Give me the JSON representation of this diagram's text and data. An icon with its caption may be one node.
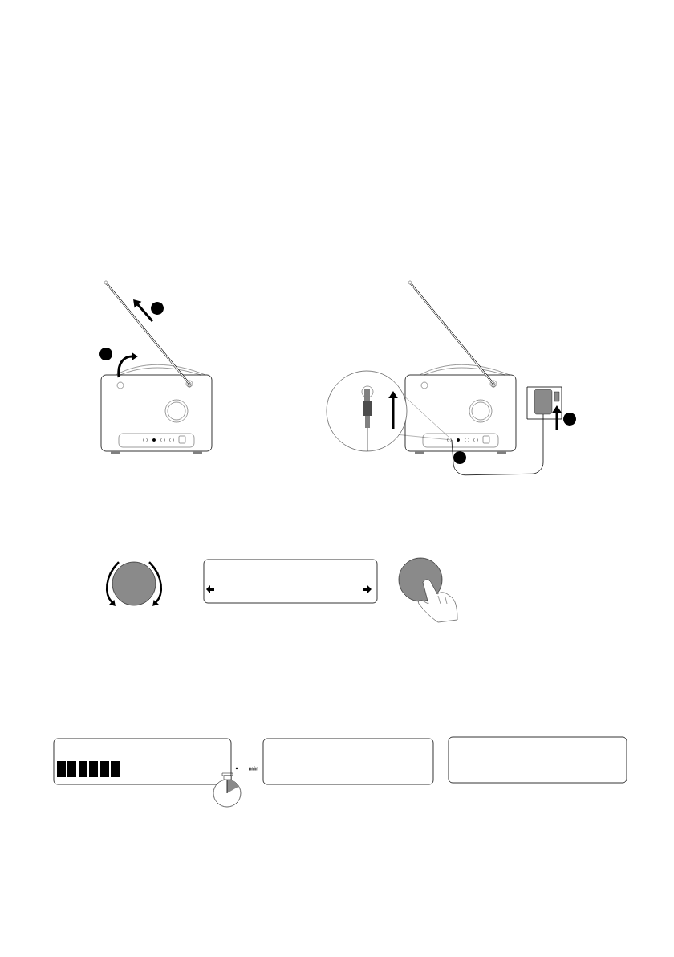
{
  "diagram": {
    "nodes": [
      {
        "text": [],
        "shape": "box"
      },
      {
        "text": [],
        "shape": "box"
      },
      {
        "text": [],
        "shape": "box"
      },
      {
        "text": [],
        "shape": "box"
      }
    ],
    "labels": [
      "min"
    ]
  }
}
